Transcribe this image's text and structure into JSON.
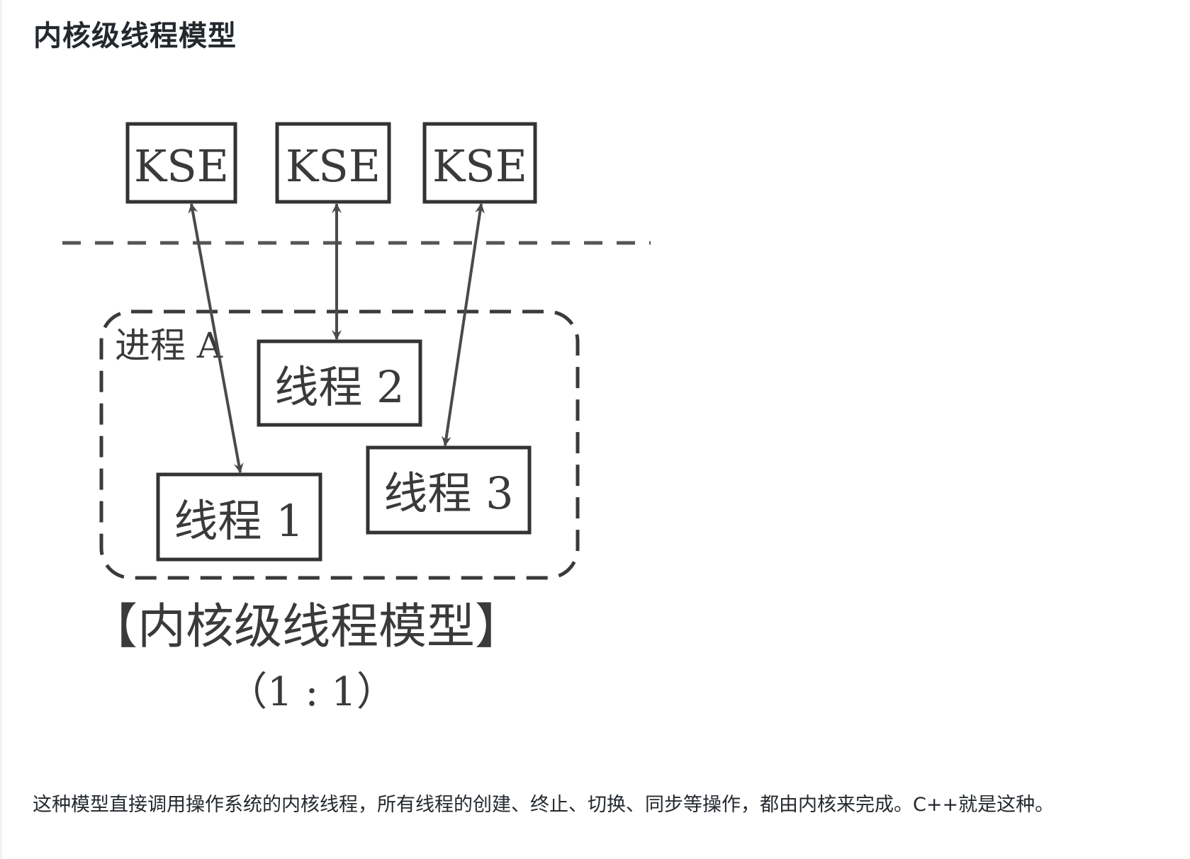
{
  "page": {
    "title": "内核级线程模型",
    "paragraph": "这种模型直接调用操作系统的内核线程，所有线程的创建、终止、切换、同步等操作，都由内核来完成。C++就是这种。"
  },
  "figure": {
    "kse_boxes": [
      {
        "label": "KSE"
      },
      {
        "label": "KSE"
      },
      {
        "label": "KSE"
      }
    ],
    "process_label": "进程 A",
    "threads": [
      {
        "label": "线程 1"
      },
      {
        "label": "线程 2"
      },
      {
        "label": "线程 3"
      }
    ],
    "caption": "【内核级线程模型】",
    "ratio": "（1 : 1）"
  },
  "colors": {
    "text": "#24292e",
    "diagram_stroke": "#3a3a3a"
  }
}
